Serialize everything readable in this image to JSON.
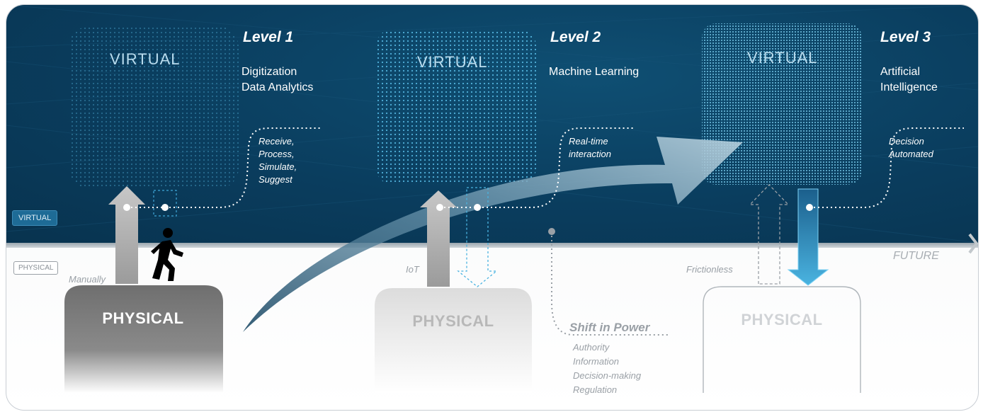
{
  "tags": {
    "virtual": "VIRTUAL",
    "physical": "PHYSICAL"
  },
  "virtual_word": "VIRTUAL",
  "physical_word": "PHYSICAL",
  "levels": [
    {
      "title": "Level 1",
      "desc": "Digitization\nData Analytics",
      "note": "Receive,\nProcess,\nSimulate,\nSuggest",
      "physical_label": "Manually"
    },
    {
      "title": "Level 2",
      "desc": "Machine Learning",
      "note": "Real-time\ninteraction",
      "physical_label": "IoT"
    },
    {
      "title": "Level 3",
      "desc": "Artificial\nIntelligence",
      "note": "Decision\nAutomated",
      "physical_label": "Frictionless"
    }
  ],
  "future": "FUTURE",
  "shift": {
    "title": "Shift in Power",
    "items": [
      "Authority",
      "Information",
      "Decision-making",
      "Regulation"
    ]
  },
  "colors": {
    "band": "#0a3d5e",
    "accent": "#4ab3e0",
    "gray": "#9aa0a6"
  }
}
